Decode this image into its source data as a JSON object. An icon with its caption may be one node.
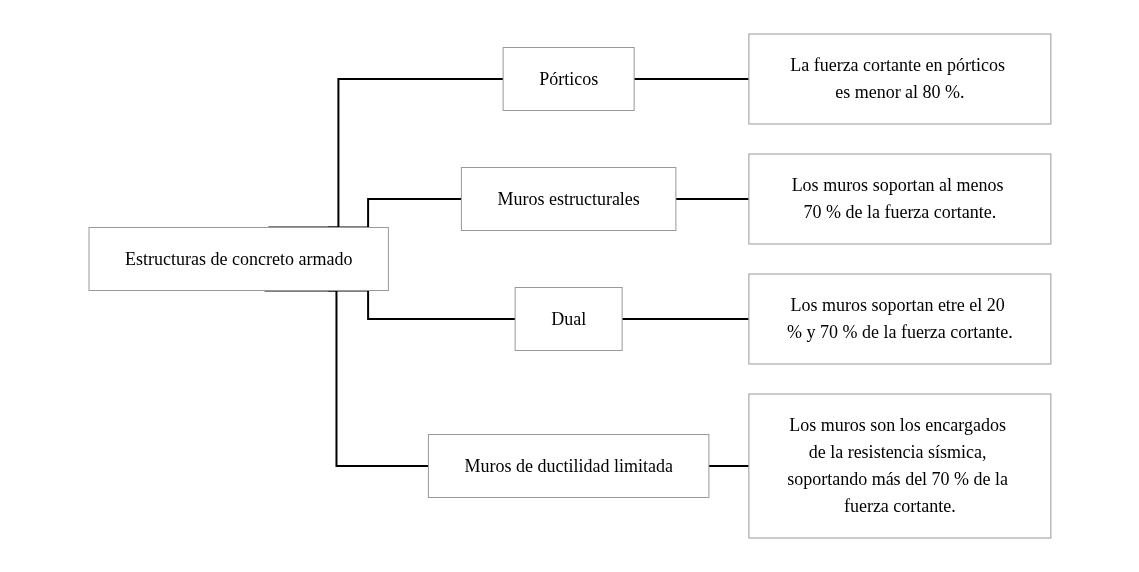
{
  "diagram": {
    "nodes": [
      {
        "text": [
          "Estructuras de concreto armado"
        ]
      },
      {
        "text": [
          "Pórticos"
        ]
      },
      {
        "text": [
          "Muros estructurales"
        ]
      },
      {
        "text": [
          "Dual"
        ]
      },
      {
        "text": [
          "Muros de ductilidad limitada"
        ]
      },
      {
        "text": [
          "La fuerza cortante en pórticos es menor al 80 %."
        ]
      },
      {
        "text": [
          "Los muros soportan al menos 70 % de la fuerza cortante."
        ]
      },
      {
        "text": [
          "Los muros soportan etre el 20 % y 70 % de la fuerza cortante."
        ]
      },
      {
        "text": [
          "Los muros son los encargados de la resistencia sísmica, soportando más del 70 % de la fuerza cortante."
        ]
      }
    ],
    "edges": [
      {
        "from": 0,
        "to": 1,
        "arrow": "none"
      },
      {
        "from": 0,
        "to": 2,
        "arrow": "none"
      },
      {
        "from": 0,
        "to": 3,
        "arrow": "none"
      },
      {
        "from": 0,
        "to": 4,
        "arrow": "none"
      },
      {
        "from": 1,
        "to": 5,
        "arrow": "none"
      },
      {
        "from": 2,
        "to": 6,
        "arrow": "none"
      },
      {
        "from": 3,
        "to": 7,
        "arrow": "none"
      },
      {
        "from": 4,
        "to": 8,
        "arrow": "none"
      }
    ]
  }
}
